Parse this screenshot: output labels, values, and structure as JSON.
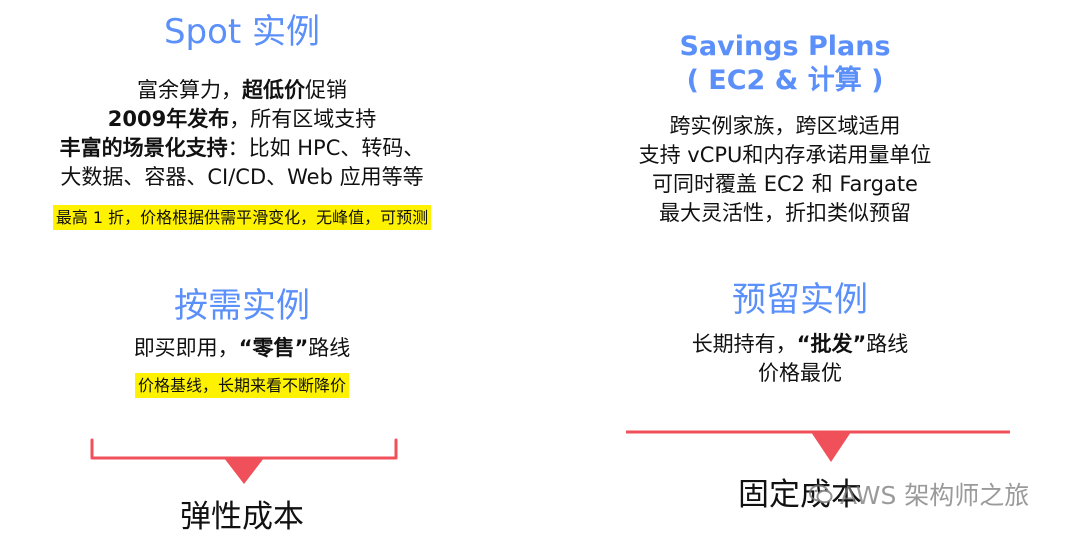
{
  "spot": {
    "title": "Spot 实例",
    "line1_pre": "富余算力，",
    "line1_bold": "超低价",
    "line1_post": "促销",
    "line2_bold": "2009年发布",
    "line2_post": "，所有区域支持",
    "line3_bold": "丰富的场景化支持",
    "line3_post": "：比如 HPC、转码、",
    "line4": "大数据、容器、CI/CD、Web 应用等等",
    "highlight": "最高 1 折，价格根据供需平滑变化，无峰值，可预测"
  },
  "savings": {
    "title_line1": "Savings Plans",
    "title_line2": "( EC2 & 计算 )",
    "line1": "跨实例家族，跨区域适用",
    "line2": "支持 vCPU和内存承诺用量单位",
    "line3": "可同时覆盖 EC2 和 Fargate",
    "line4": "最大灵活性，折扣类似预留"
  },
  "ondemand": {
    "title": "按需实例",
    "line1_pre": "即买即用，",
    "line1_bold": "“零售”",
    "line1_post": "路线",
    "highlight": "价格基线，长期来看不断降价"
  },
  "reserved": {
    "title": "预留实例",
    "line1_pre": "长期持有，",
    "line1_bold": "“批发”",
    "line1_post": "路线",
    "line2": "价格最优"
  },
  "results": {
    "left": "弹性成本",
    "right": "固定成本"
  },
  "watermark": {
    "text": "AWS 架构师之旅"
  },
  "colors": {
    "title_blue": "#5b8ff9",
    "accent_red": "#f0505a",
    "highlight_yellow": "#fff200"
  }
}
